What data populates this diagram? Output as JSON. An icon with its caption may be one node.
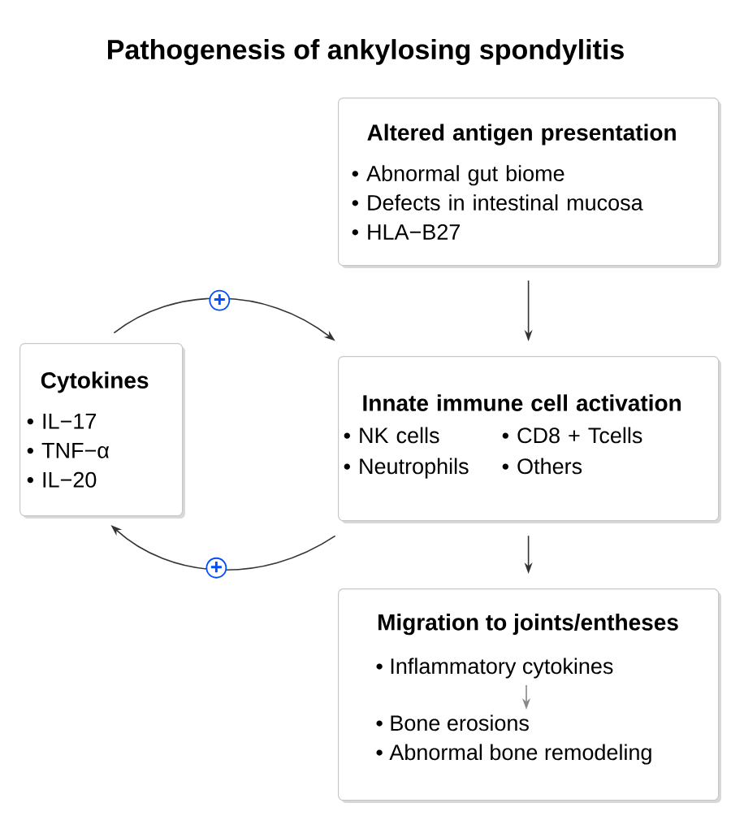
{
  "diagram": {
    "title": "Pathogenesis of ankylosing spondylitis",
    "nodes": [
      {
        "text": [
          "Altered antigen presentation",
          "• Abnormal gut biome",
          "• Defects in intestinal mucosa",
          "• HLA−B27"
        ]
      },
      {
        "text": [
          "Cytokines",
          "• IL−17",
          "• TNF−α",
          "• IL−20"
        ]
      },
      {
        "text": [
          "Innate immune cell activation",
          "• NK cells",
          "• CD8 + Tcells",
          "• Neutrophils",
          "• Others"
        ]
      },
      {
        "text": [
          "Migration to joints/entheses"
        ]
      },
      {
        "text": [
          "• Inflammatory cytokines"
        ],
        "in": 3
      },
      {
        "text": [
          "• Bone erosions",
          "• Abnormal bone remodeling"
        ],
        "in": 3
      }
    ],
    "edges": [
      {
        "from": 0,
        "to": 2,
        "arrow": "to"
      },
      {
        "from": 1,
        "to": 2,
        "arrow": "to",
        "label": "+"
      },
      {
        "from": 2,
        "to": 1,
        "arrow": "to",
        "label": "+"
      },
      {
        "from": 2,
        "to": 3,
        "arrow": "to"
      },
      {
        "from": 4,
        "to": 5,
        "arrow": "to",
        "color": "#888888"
      }
    ]
  }
}
